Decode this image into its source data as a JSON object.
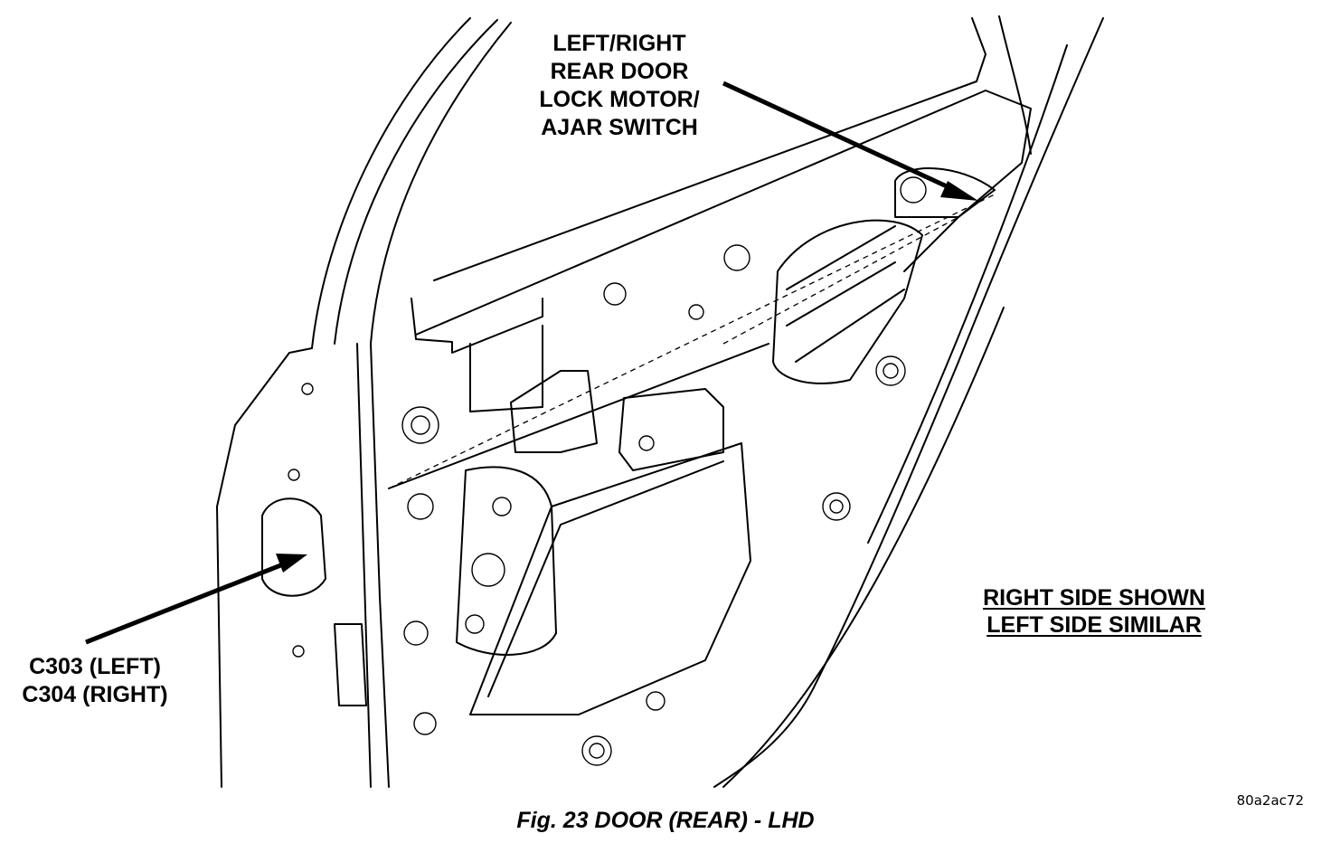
{
  "labels": {
    "lock_motor": [
      "LEFT/RIGHT",
      "REAR DOOR",
      "LOCK MOTOR/",
      "AJAR SWITCH"
    ],
    "connector": [
      "C303 (LEFT)",
      "C304 (RIGHT)"
    ],
    "side_note": [
      "RIGHT SIDE SHOWN",
      "LEFT SIDE SIMILAR"
    ]
  },
  "caption": "Fig. 23 DOOR (REAR) - LHD",
  "reference_code": "80a2ac72"
}
